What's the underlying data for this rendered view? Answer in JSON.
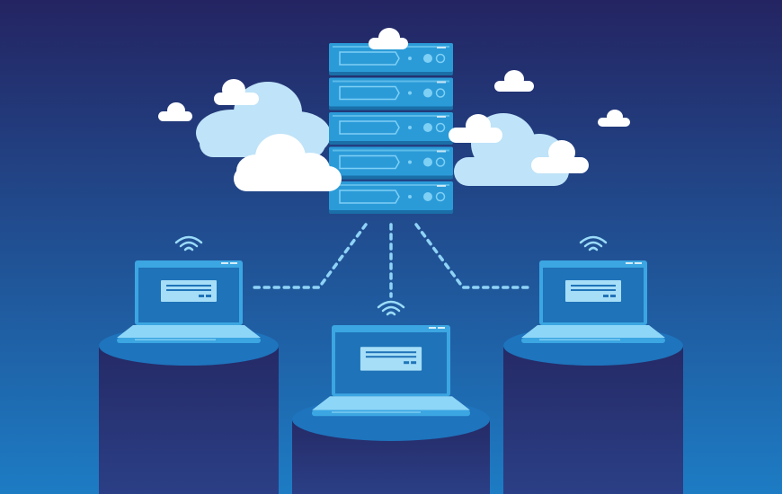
{
  "colors": {
    "bg_top": "#242462",
    "bg_bottom": "#1d7cc4",
    "server_body": "#2b9bd8",
    "server_shadow": "#1a6fa8",
    "server_highlight": "#7fd0f5",
    "cloud_light": "#ffffff",
    "cloud_blue": "#bfe3f8",
    "connector": "#8fd3f7",
    "laptop_frame": "#3ba6e2",
    "laptop_screen": "#1f73b8",
    "laptop_base": "#8ed6f8",
    "pedestal_top": "#1e74bd",
    "pedestal_body": "#25306e",
    "wifi": "#9bdcf9"
  },
  "icons": {
    "server": "server-rack-icon",
    "cloud": "cloud-icon",
    "laptop": "laptop-icon",
    "wifi": "wifi-icon"
  },
  "server": {
    "units": 5
  },
  "clients": [
    {
      "name": "laptop-left"
    },
    {
      "name": "laptop-center"
    },
    {
      "name": "laptop-right"
    }
  ]
}
